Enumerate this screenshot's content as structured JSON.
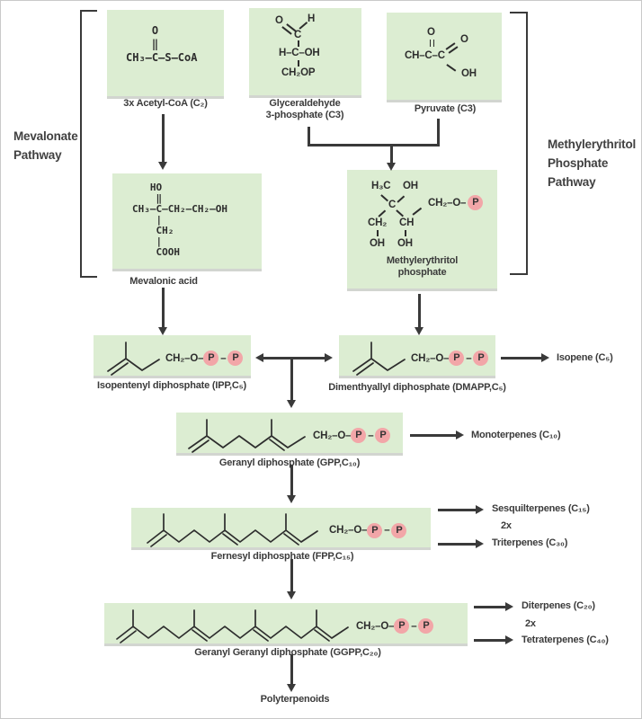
{
  "title": "Terpenoid biosynthesis pathways",
  "colors": {
    "box_bg": "#dcedd2",
    "phosphate_pink": "#f2a6a8",
    "line": "#3a3a3a",
    "text": "#3b3b3b"
  },
  "pathways": {
    "left": {
      "line1": "Mevalonate",
      "line2": "Pathway"
    },
    "right": {
      "line1": "Methylerythritol",
      "line2": "Phosphate",
      "line3": "Pathway"
    }
  },
  "compounds": {
    "acetyl_coa": {
      "structure": "    O\n    ‖\nCH₃–C–S–CoA",
      "label": "3x Acetyl-CoA (C₂)"
    },
    "g3p": {
      "o": "O",
      "h": "H",
      "c": "C",
      "row": "H–C–OH",
      "bottom": "CH₂OP",
      "label1": "Glyceraldehyde",
      "label2": "3-phosphate (C3)"
    },
    "pyruvate": {
      "o_top": "O",
      "o_right": "O",
      "main": "CH–C–C",
      "oh": "OH",
      "label": "Pyruvate (C3)"
    },
    "mevalonic": {
      "structure": "   HO\n    ‖\nCH₃–C–CH₂–CH₂–OH\n    |\n    CH₂\n    |\n    COOH",
      "label": "Mevalonic acid"
    },
    "mep": {
      "h3c": "H₃C",
      "oh_top": "OH",
      "c": "C",
      "ch2": "CH₂",
      "ch": "CH",
      "oh_left": "OH",
      "oh_right": "OH",
      "chain": "CH₂–O–",
      "p": "P",
      "label1": "Methylerythritol",
      "label2": "phosphate"
    },
    "ipp": {
      "chain": "CH₂–O–",
      "p1": "P",
      "dash": "–",
      "p2": "P",
      "label": "Isopentenyl diphosphate (IPP,C₅)"
    },
    "dmapp": {
      "chain": "CH₂–O–",
      "p1": "P",
      "dash": "–",
      "p2": "P",
      "label": "Dimenthyallyl diphosphate (DMAPP,C₅)"
    },
    "gpp": {
      "chain": "CH₂–O–",
      "p1": "P",
      "dash": "–",
      "p2": "P",
      "label": "Geranyl diphosphate (GPP,C₁₀)"
    },
    "fpp": {
      "chain": "CH₂–O–",
      "p1": "P",
      "dash": "–",
      "p2": "P",
      "label": "Fernesyl diphosphate (FPP,C₁₅)"
    },
    "ggpp": {
      "chain": "CH₂–O–",
      "p1": "P",
      "dash": "–",
      "p2": "P",
      "label": "Geranyl Geranyl diphosphate (GGPP,C₂₀)"
    }
  },
  "products": {
    "isopene": "Isopene (C₅)",
    "monoterpenes": "Monoterpenes (C₁₀)",
    "sesquiterpenes": "Sesquilterpenes (C₁₅)",
    "mult_a": "2x",
    "triterpenes": "Triterpenes (C₃₀)",
    "diterpenes": "Diterpenes (C₂₀)",
    "mult_b": "2x",
    "tetraterpenes": "Tetraterpenes (C₄₀)",
    "polyterpenoids": "Polyterpenoids"
  }
}
